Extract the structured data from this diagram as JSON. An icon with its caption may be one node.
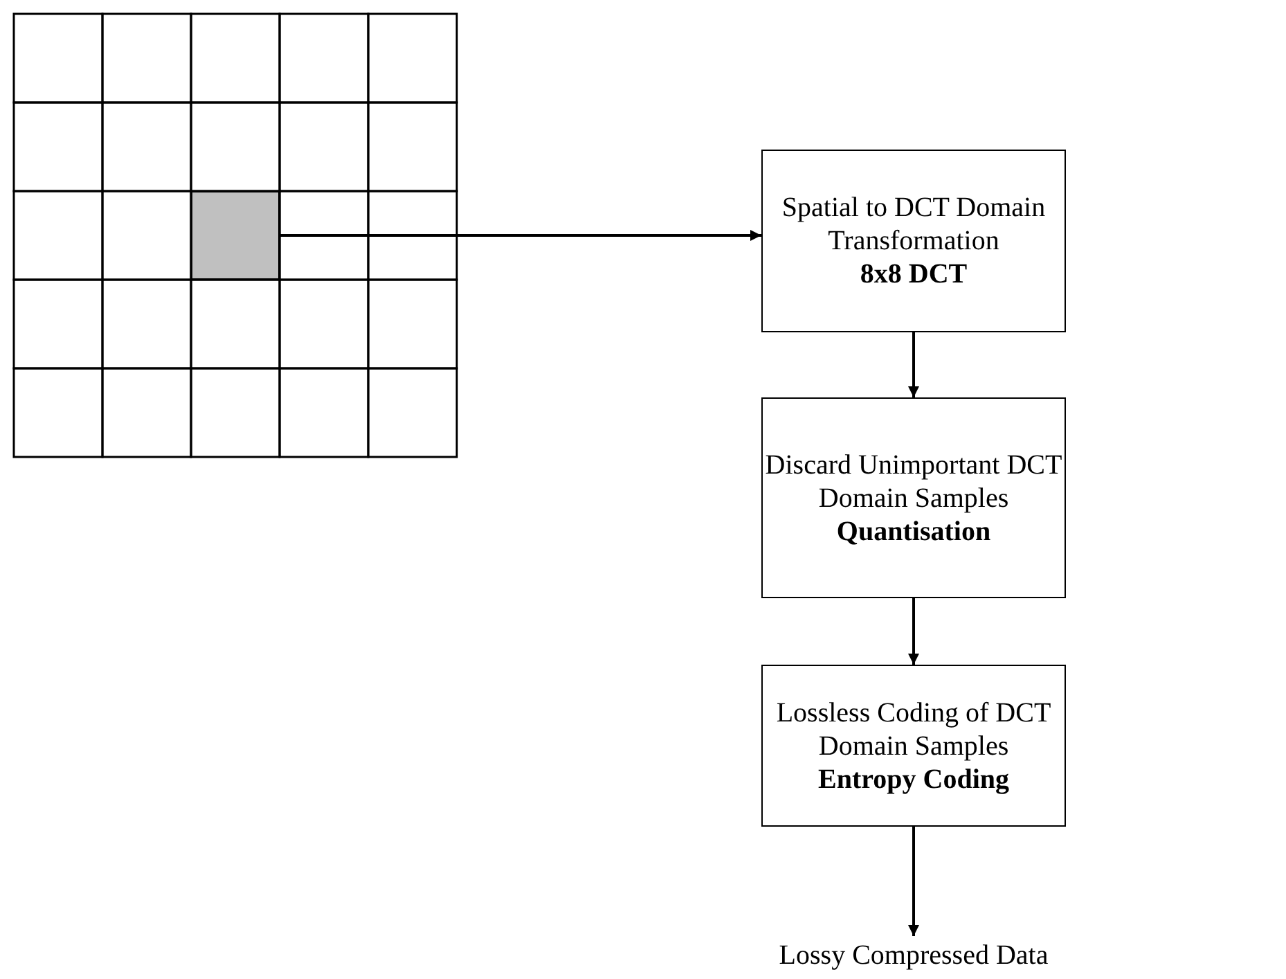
{
  "diagram": {
    "nodes": [
      {
        "text": [],
        "shape": "box"
      },
      {
        "text": [
          "Spatial to DCT Domain Transformation",
          "8x8 DCT"
        ]
      },
      {
        "text": [
          "Discard Unimportant DCT Domain Samples",
          "Quantisation"
        ]
      },
      {
        "text": [
          "Lossless Coding of DCT Domain Samples",
          "Entropy Coding"
        ]
      },
      {
        "text": [
          "Lossy Compressed Data"
        ]
      }
    ],
    "edges": [
      {
        "from": 0,
        "to": 1,
        "arrow": "to"
      },
      {
        "from": 1,
        "to": 2,
        "arrow": "to"
      },
      {
        "from": 2,
        "to": 3,
        "arrow": "to"
      },
      {
        "from": 3,
        "to": 4,
        "arrow": "to"
      }
    ]
  }
}
